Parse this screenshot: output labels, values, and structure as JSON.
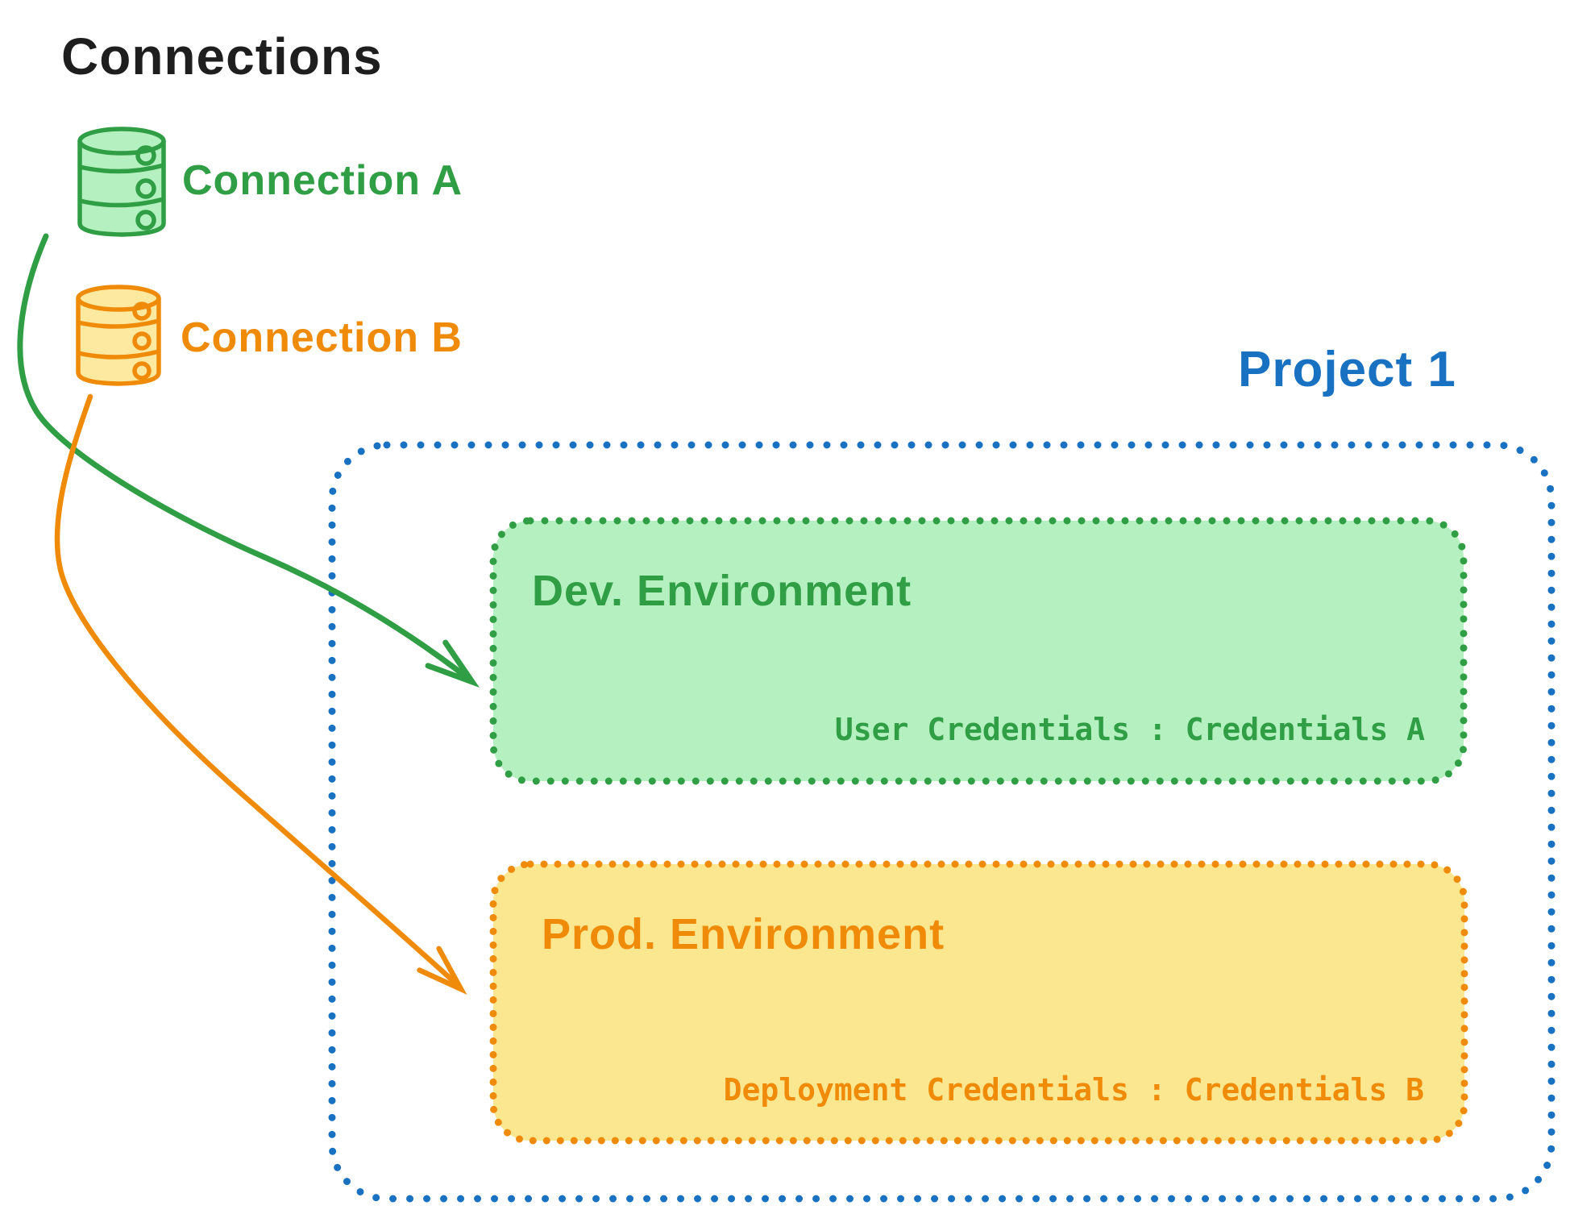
{
  "title": "Connections",
  "connections": [
    {
      "id": "connection-a",
      "label": "Connection A",
      "icon": "database",
      "color": "#2f9e44"
    },
    {
      "id": "connection-b",
      "label": "Connection B",
      "icon": "database",
      "color": "#ef8b09"
    }
  ],
  "project": {
    "title": "Project 1",
    "environments": [
      {
        "id": "dev",
        "title": "Dev. Environment",
        "credentials": "User Credentials : Credentials A",
        "linked_connection": "Connection A",
        "color": "#2f9e44"
      },
      {
        "id": "prod",
        "title": "Prod. Environment",
        "credentials": "Deployment Credentials : Credentials B",
        "linked_connection": "Connection B",
        "color": "#ef8b09"
      }
    ]
  },
  "palette": {
    "ink": "#1e1e1e",
    "green": "#2f9e44",
    "green_fill": "#b5f0c0",
    "orange": "#ef8b09",
    "yellow_fill": "#fbe78f",
    "yellow_db_fill": "#fde9a0",
    "blue": "#1971c2"
  }
}
